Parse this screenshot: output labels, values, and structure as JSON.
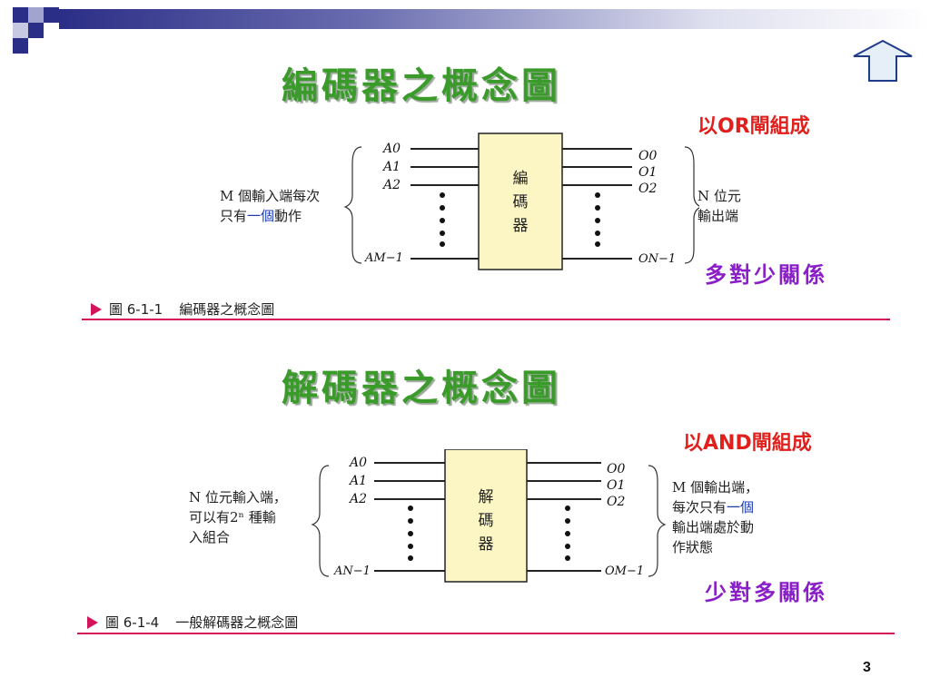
{
  "slide": {
    "page_number": "3",
    "up_button_icon": "up-arrow-icon",
    "accent_color": "#d4145a",
    "title_color": "#3a9a2a",
    "gate_color": "#e0201c",
    "relation_color": "#8a1fc8"
  },
  "encoder": {
    "title": "編碼器之概念圖",
    "gate_label": "以OR閘組成",
    "relation": "多對少關係",
    "box_label": [
      "編",
      "碼",
      "器"
    ],
    "left_text_line1": "M 個輸入端每次",
    "left_text_line2_a": "只有",
    "left_text_line2_highlight": "一個",
    "left_text_line2_b": "動作",
    "right_text_line1": "N 位元",
    "right_text_line2": "輸出端",
    "inputs": [
      "A0",
      "A1",
      "A2",
      "AM−1"
    ],
    "outputs": [
      "O0",
      "O1",
      "O2",
      "ON−1"
    ],
    "caption_fig": "圖 6-1-1",
    "caption_text": "編碼器之概念圖"
  },
  "decoder": {
    "title": "解碼器之概念圖",
    "gate_label": "以AND閘組成",
    "relation": "少對多關係",
    "box_label": [
      "解",
      "碼",
      "器"
    ],
    "left_text_line1": "N 位元輸入端，",
    "left_text_line2": "可以有2ⁿ 種輸",
    "left_text_line3": "入組合",
    "right_text_line1": "M 個輸出端，",
    "right_text_line2_a": "每次只有",
    "right_text_line2_highlight": "一個",
    "right_text_line3": "輸出端處於動",
    "right_text_line4": "作狀態",
    "inputs": [
      "A0",
      "A1",
      "A2",
      "AN−1"
    ],
    "outputs": [
      "O0",
      "O1",
      "O2",
      "OM−1"
    ],
    "caption_fig": "圖 6-1-4",
    "caption_text": "一般解碼器之概念圖"
  }
}
